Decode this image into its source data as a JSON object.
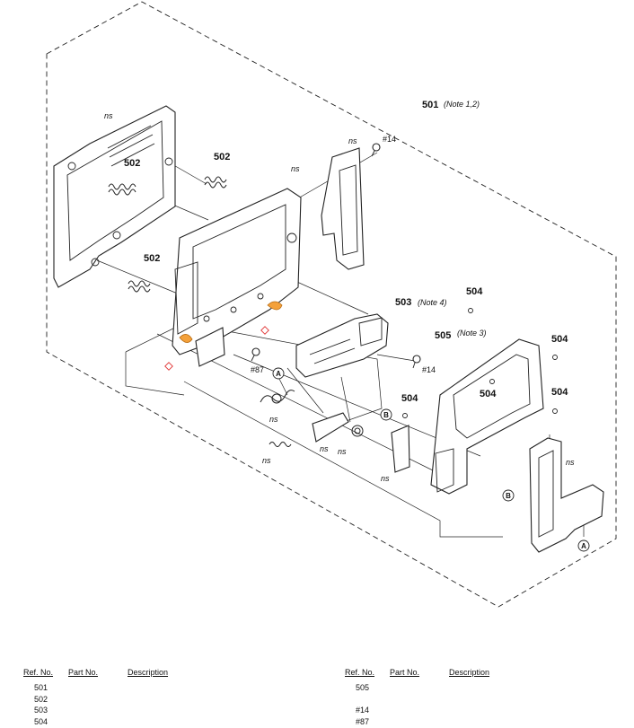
{
  "diagram": {
    "callouts": {
      "c501": "501",
      "c501_note": "(Note 1,2)",
      "c502a": "502",
      "c502b": "502",
      "c502c": "502",
      "c503": "503",
      "c503_note": "(Note 4)",
      "c504a": "504",
      "c504b": "504",
      "c504c": "504",
      "c504d": "504",
      "c504e": "504",
      "c505": "505",
      "c505_note": "(Note 3)",
      "c14a": "#14",
      "c14b": "#14",
      "c87": "#87"
    },
    "ns_label": "ns",
    "connector_a": "A",
    "connector_b": "B"
  },
  "parts_table": {
    "headers": {
      "ref": "Ref. No.",
      "part": "Part No.",
      "desc": "Description"
    },
    "left_rows": [
      "501",
      "502",
      "503",
      "504"
    ],
    "right_rows": [
      "505",
      "",
      "#14",
      "#87"
    ]
  }
}
